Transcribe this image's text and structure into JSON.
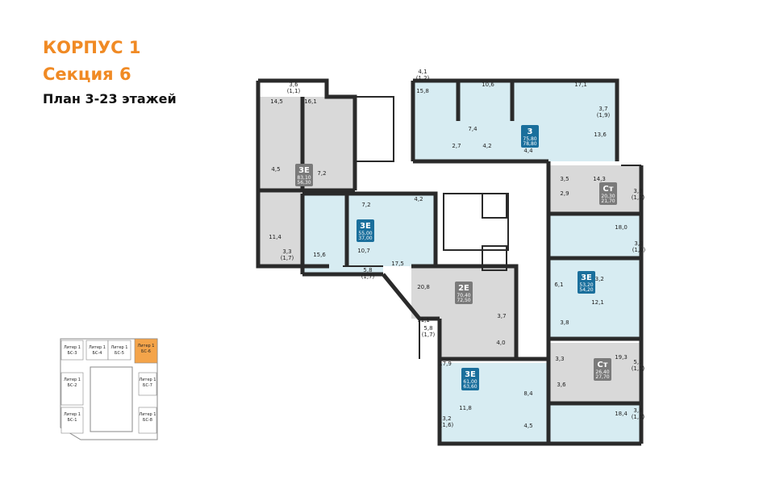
{
  "header": {
    "building": "КОРПУС 1",
    "section": "Секция 6",
    "floors": "План 3-23 этажей"
  },
  "colors": {
    "accent": "#f08a24",
    "apt_blue": "#d7ecf2",
    "apt_gray": "#d9d9d9",
    "badge_blue": "#1a6f9c",
    "badge_gray": "#7a7a7a"
  },
  "apartments": [
    {
      "type": "3Е",
      "area": "83,10",
      "living": "56,30",
      "color": "gray"
    },
    {
      "type": "3Е",
      "area": "55,00",
      "living": "37,00",
      "color": "blue"
    },
    {
      "type": "3",
      "area": "75,80",
      "living": "78,80",
      "color": "blue"
    },
    {
      "type": "Ст",
      "area": "20,30",
      "living": "21,70",
      "color": "gray"
    },
    {
      "type": "3Е",
      "area": "53,20",
      "living": "54,20",
      "color": "blue"
    },
    {
      "type": "2Е",
      "area": "70,40",
      "living": "72,50",
      "color": "gray"
    },
    {
      "type": "Ст",
      "area": "26,40",
      "living": "27,70",
      "color": "gray"
    },
    {
      "type": "3Е",
      "area": "61,00",
      "living": "63,60",
      "color": "blue"
    }
  ],
  "room_labels": [
    "3,6\n(1,1)",
    "14,5",
    "16,1",
    "4,1\n(1,2)",
    "15,8",
    "10,6",
    "17,1",
    "3,7\n(1,9)",
    "7,4",
    "2,7",
    "4,2",
    "13,6",
    "4,4",
    "4,5",
    "7,2",
    "14,3",
    "3,9\n(1,2)",
    "3,5",
    "2,9",
    "7,2",
    "4,2",
    "18,0",
    "3,3\n(1,0)",
    "11,4",
    "15,6",
    "10,7",
    "17,5",
    "3,3\n(1,7)",
    "5,8\n(1,7)",
    "20,8",
    "6,1",
    "13,2",
    "12,1",
    "3,8",
    "11,1",
    "3,7",
    "5,8\n(1,7)",
    "4,0",
    "3,3",
    "19,3",
    "17,9",
    "3,6",
    "5,0\n(1,5)",
    "8,4",
    "11,8",
    "4,5",
    "18,4",
    "3,4\n(1,0)",
    "3,2\n(1,6)"
  ],
  "keyplan": {
    "sections": [
      {
        "label": "Литер 1\nБС-3",
        "active": false
      },
      {
        "label": "Литер 1\nБС-4",
        "active": false
      },
      {
        "label": "Литер 1\nБС-5",
        "active": false
      },
      {
        "label": "Литер 1\nБС-6",
        "active": true
      },
      {
        "label": "Литер 1\nБС-2",
        "active": false
      },
      {
        "label": "Литер 1\nБС-7",
        "active": false
      },
      {
        "label": "Литер 1\nБС-1",
        "active": false
      },
      {
        "label": "Литер 1\nБС-8",
        "active": false
      }
    ]
  }
}
